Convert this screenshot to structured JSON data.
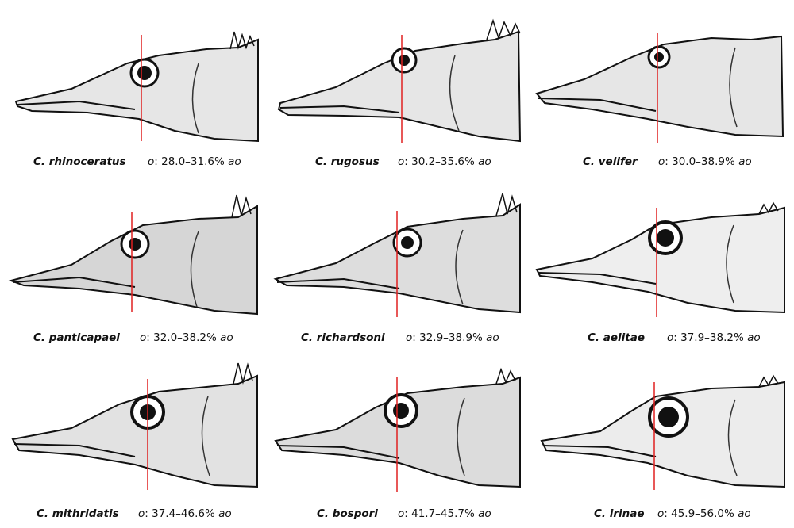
{
  "colors": {
    "marker_line": "#e02020",
    "ink": "#111111",
    "fish_fill": "#e8e8e8"
  },
  "panels": [
    {
      "species": "C. rhinoceratus",
      "o_label": "o",
      "range": ": 28.0–31.6% ",
      "unit": "ao"
    },
    {
      "species": "C. rugosus",
      "o_label": "o",
      "range": ": 30.2–35.6% ",
      "unit": "ao"
    },
    {
      "species": "C. velifer",
      "o_label": "o",
      "range": ": 30.0–38.9% ",
      "unit": "ao"
    },
    {
      "species": "C. panticapaei",
      "o_label": "o",
      "range": ": 32.0–38.2% ",
      "unit": "ao"
    },
    {
      "species": "C. richardsoni",
      "o_label": "o",
      "range": ": 32.9–38.9% ",
      "unit": "ao"
    },
    {
      "species": "C. aelitae",
      "o_label": "o",
      "range": ": 37.9–38.2% ",
      "unit": "ao"
    },
    {
      "species": "C. mithridatis",
      "o_label": "o",
      "range": ": 37.4–46.6% ",
      "unit": "ao"
    },
    {
      "species": "C. bospori",
      "o_label": "o",
      "range": ": 41.7–45.7% ",
      "unit": "ao"
    },
    {
      "species": "C. irinae",
      "o_label": "o",
      "range": ": 45.9–56.0% ",
      "unit": "ao"
    }
  ]
}
